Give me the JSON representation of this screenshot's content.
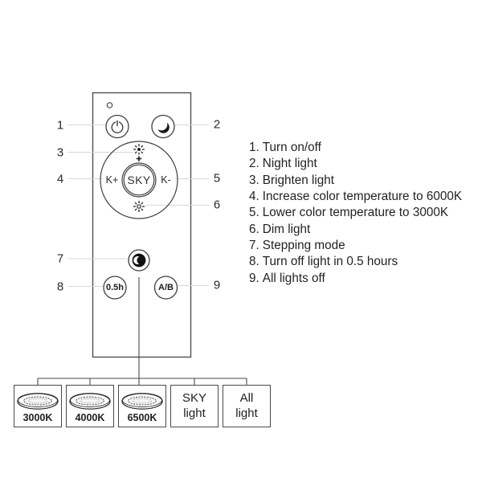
{
  "remote": {
    "sky_label": "SKY",
    "k_plus": "K+",
    "k_minus": "K-",
    "half_hour": "0.5h",
    "ab": "A/B"
  },
  "callouts": {
    "c1": "1",
    "c2": "2",
    "c3": "3",
    "c4": "4",
    "c5": "5",
    "c6": "6",
    "c7": "7",
    "c8": "8",
    "c9": "9"
  },
  "legend": {
    "items": [
      {
        "num": "1.",
        "label": "Turn on/off"
      },
      {
        "num": "2.",
        "label": "Night light"
      },
      {
        "num": "3.",
        "label": "Brighten light"
      },
      {
        "num": "4.",
        "label": "Increase color temperature to 6000K"
      },
      {
        "num": "5.",
        "label": "Lower color temperature to 3000K"
      },
      {
        "num": "6.",
        "label": "Dim light"
      },
      {
        "num": "7.",
        "label": "Stepping mode"
      },
      {
        "num": "8.",
        "label": "Turn off light in 0.5 hours"
      },
      {
        "num": "9.",
        "label": "All lights off"
      }
    ]
  },
  "modes": {
    "boxes": [
      {
        "type": "lamp",
        "label": "3000K"
      },
      {
        "type": "lamp",
        "label": "4000K"
      },
      {
        "type": "lamp",
        "label": "6500K"
      },
      {
        "type": "text",
        "line1": "SKY",
        "line2": "light"
      },
      {
        "type": "text",
        "line1": "All",
        "line2": "light"
      }
    ]
  },
  "colors": {
    "ink": "#231f20",
    "line": "#4a4a4a",
    "leader": "#d9d9d9"
  }
}
